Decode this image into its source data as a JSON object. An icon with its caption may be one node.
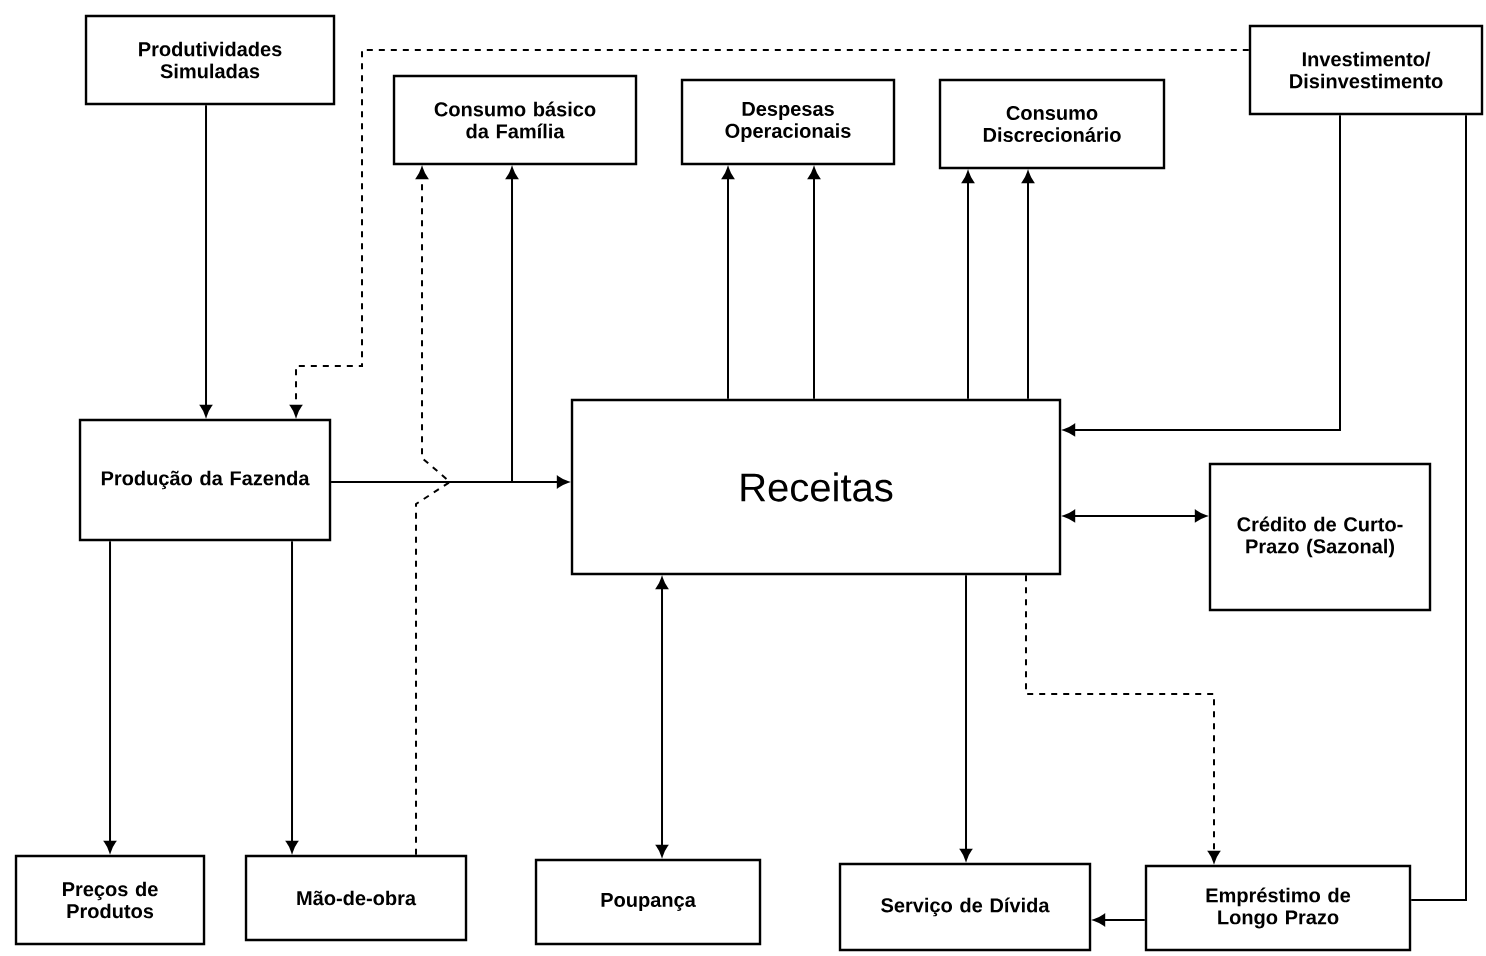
{
  "diagram": {
    "nodes": [
      {
        "text": [
          "Produtividades Simuladas"
        ]
      },
      {
        "text": [
          "Consumo básico da Família"
        ]
      },
      {
        "text": [
          "Despesas Operacionais"
        ]
      },
      {
        "text": [
          "Consumo Discrecionário"
        ]
      },
      {
        "text": [
          "Investimento/ Disinvestimento"
        ]
      },
      {
        "text": [
          "Produção da Fazenda"
        ]
      },
      {
        "text": [
          "Receitas"
        ]
      },
      {
        "text": [
          "Crédito de Curto-Prazo (Sazonal)"
        ]
      },
      {
        "text": [
          "Preços de Produtos"
        ]
      },
      {
        "text": [
          "Mão-de-obra"
        ]
      },
      {
        "text": [
          "Poupança"
        ]
      },
      {
        "text": [
          "Serviço de Dívida"
        ]
      },
      {
        "text": [
          "Empréstimo de Longo Prazo"
        ]
      }
    ],
    "edges": [
      {
        "from": 0,
        "to": 5,
        "arrow": "to"
      },
      {
        "from": 4,
        "to": 5,
        "arrow": "to",
        "style": "dashed"
      },
      {
        "from": 5,
        "to": 6,
        "arrow": "to"
      },
      {
        "from": 5,
        "to": 1,
        "arrow": "to"
      },
      {
        "from": 9,
        "to": 1,
        "arrow": "to",
        "style": "dashed"
      },
      {
        "from": 6,
        "to": 2,
        "arrow": "to"
      },
      {
        "from": 6,
        "to": 2,
        "arrow": "to"
      },
      {
        "from": 6,
        "to": 3,
        "arrow": "to"
      },
      {
        "from": 6,
        "to": 3,
        "arrow": "to"
      },
      {
        "from": 4,
        "to": 6,
        "arrow": "to"
      },
      {
        "from": 6,
        "to": 7,
        "arrow": "both"
      },
      {
        "from": 6,
        "to": 10,
        "arrow": "both"
      },
      {
        "from": 6,
        "to": 11,
        "arrow": "to"
      },
      {
        "from": 6,
        "to": 12,
        "arrow": "to",
        "style": "dashed"
      },
      {
        "from": 12,
        "to": 11,
        "arrow": "to"
      },
      {
        "from": 4,
        "to": 12,
        "arrow": "none"
      },
      {
        "from": 5,
        "to": 8,
        "arrow": "to"
      },
      {
        "from": 5,
        "to": 9,
        "arrow": "to"
      }
    ]
  }
}
